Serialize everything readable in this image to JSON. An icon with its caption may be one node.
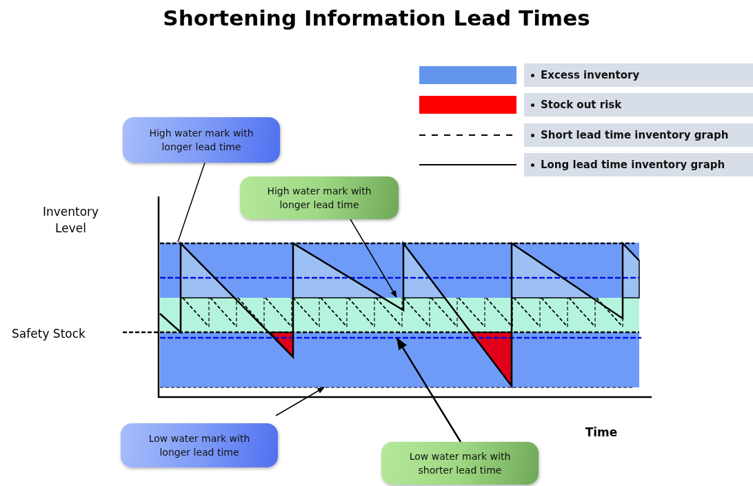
{
  "diagram": {
    "title": "Shortening Information Lead Times",
    "nodes": [
      {
        "text": [
          "High water mark with longer lead time"
        ]
      },
      {
        "text": [
          "High water mark with longer lead time"
        ]
      },
      {
        "text": [
          "Low water mark with longer lead time"
        ]
      },
      {
        "text": [
          "Low water mark with shorter lead time"
        ]
      }
    ],
    "edges": [
      {
        "from": 0,
        "to": null,
        "arrow": "none"
      },
      {
        "from": 1,
        "to": null,
        "arrow": "to"
      },
      {
        "from": 2,
        "to": null,
        "arrow": "to"
      },
      {
        "from": 3,
        "to": null,
        "arrow": "to"
      }
    ],
    "labels": [
      "Inventory Level",
      "Safety Stock",
      "Time"
    ],
    "legend": [
      {
        "text": "Excess inventory",
        "color": "#6495ed"
      },
      {
        "text": "Stock out risk",
        "color": "#ff0000"
      },
      {
        "text": "Short lead time inventory graph"
      },
      {
        "text": "Long lead time inventory graph"
      }
    ]
  }
}
